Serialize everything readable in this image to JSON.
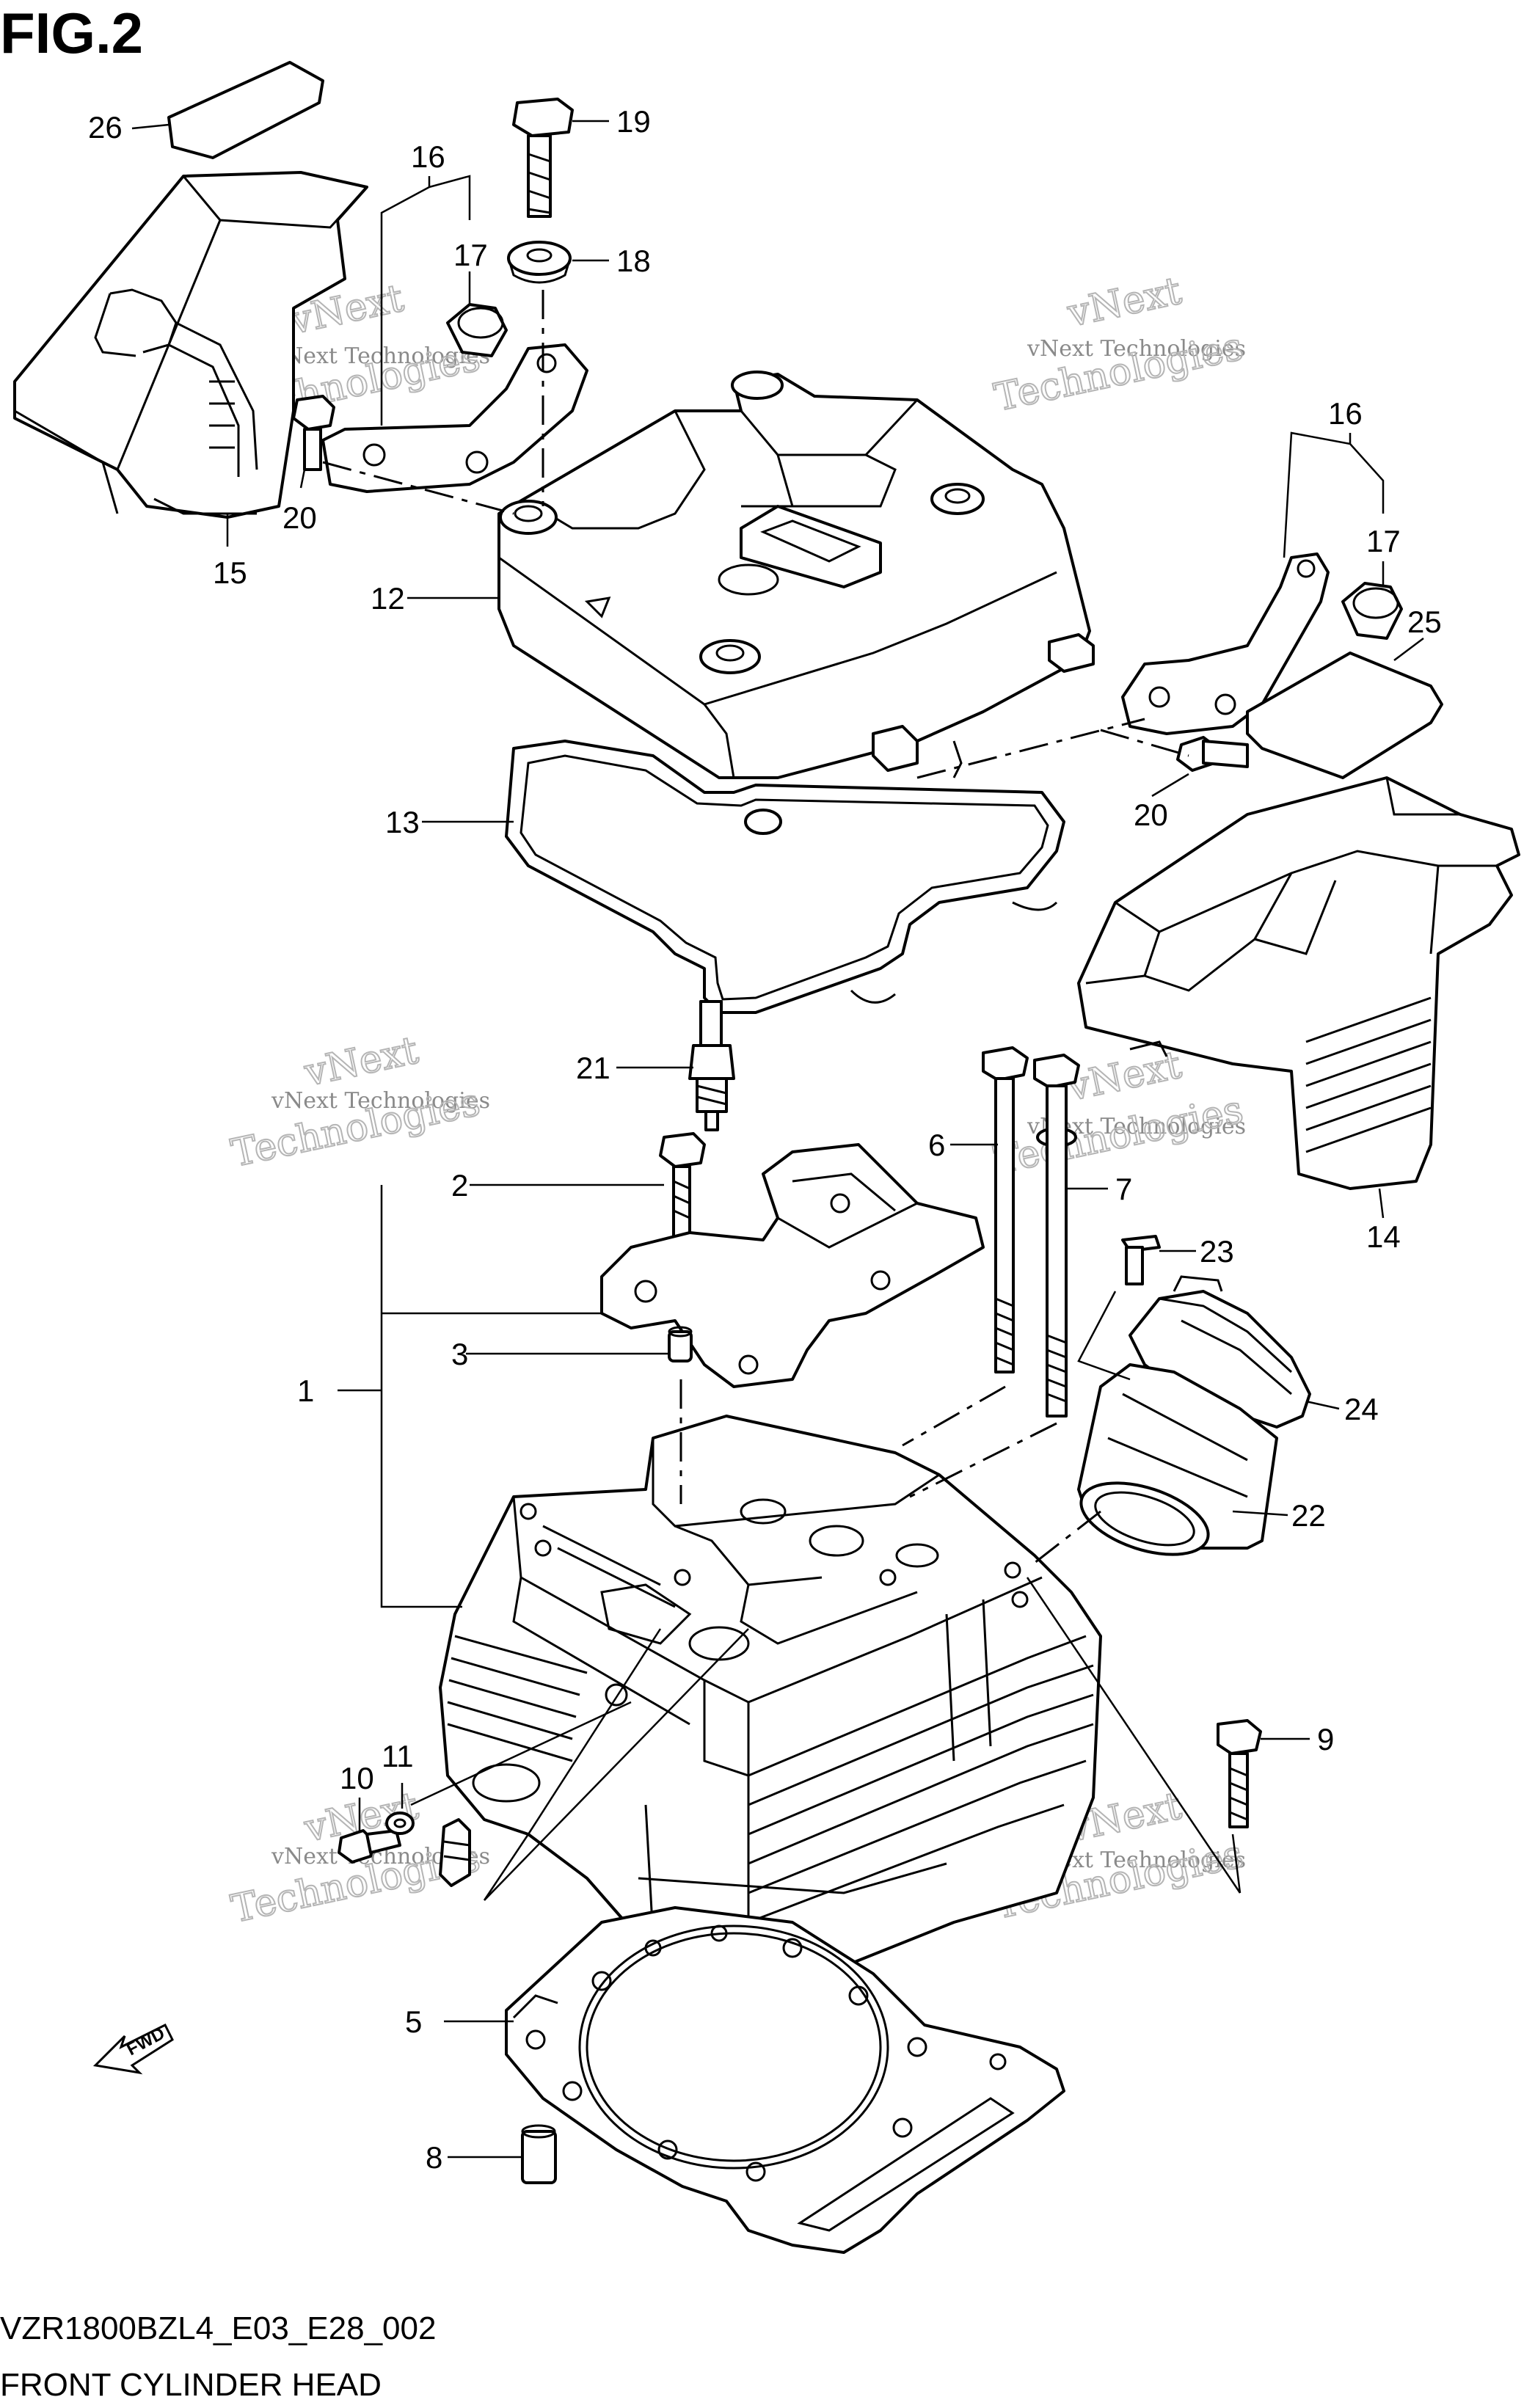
{
  "figure": {
    "title": "FIG.2",
    "code": "VZR1800BZL4_E03_E28_002",
    "caption": "FRONT CYLINDER HEAD",
    "fwd_label": "FWD"
  },
  "watermark": {
    "line1": "vNext Technologies",
    "line2": "vNext",
    "line3": "Technologies"
  },
  "callouts": {
    "c1": "1",
    "c2": "2",
    "c3": "3",
    "c5": "5",
    "c6": "6",
    "c7": "7",
    "c8": "8",
    "c9": "9",
    "c10": "10",
    "c11": "11",
    "c12": "12",
    "c13": "13",
    "c14": "14",
    "c15": "15",
    "c16a": "16",
    "c16b": "16",
    "c17a": "17",
    "c17b": "17",
    "c18": "18",
    "c19": "19",
    "c20a": "20",
    "c20b": "20",
    "c21": "21",
    "c22": "22",
    "c23": "23",
    "c24": "24",
    "c25": "25",
    "c26": "26"
  }
}
